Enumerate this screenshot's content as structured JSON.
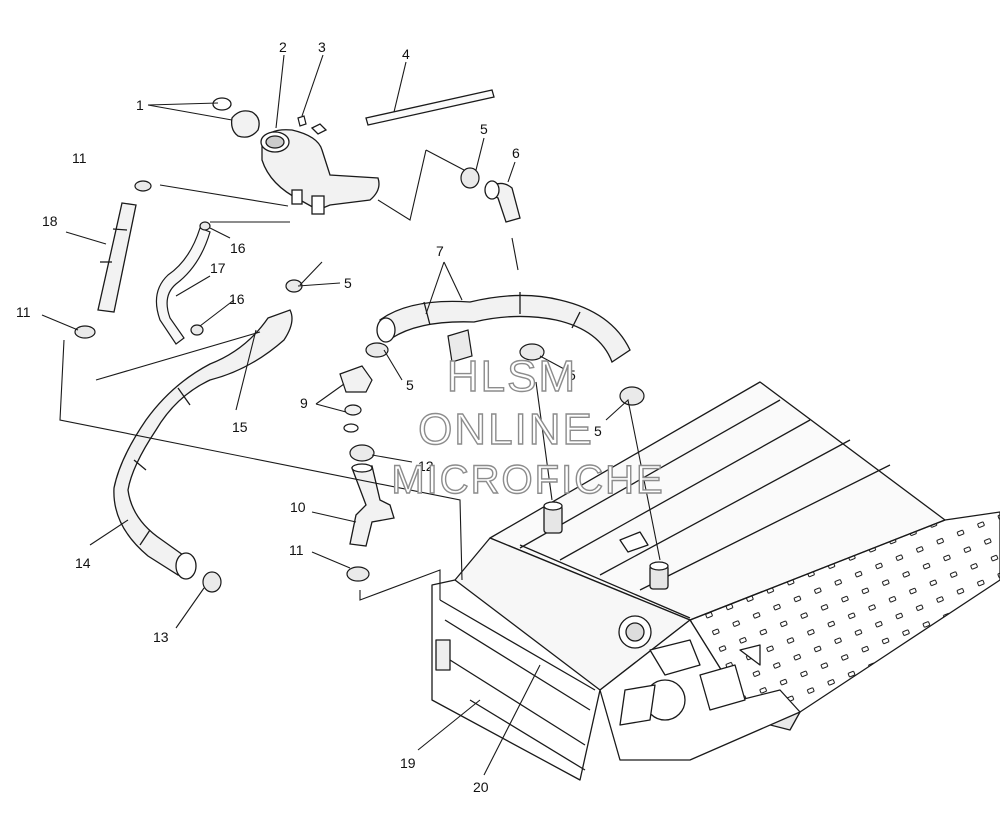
{
  "callouts": {
    "c1": "1",
    "c2": "2",
    "c3": "3",
    "c4": "4",
    "c5a": "5",
    "c5b": "5",
    "c5c": "5",
    "c5d": "5",
    "c5e": "5",
    "c6": "6",
    "c7": "7",
    "c9": "9",
    "c10": "10",
    "c11a": "11",
    "c11b": "11",
    "c11c": "11",
    "c12": "12",
    "c13": "13",
    "c14": "14",
    "c15": "15",
    "c16a": "16",
    "c16b": "16",
    "c17": "17",
    "c18": "18",
    "c19": "19",
    "c20": "20"
  },
  "watermark": {
    "line1": "HLSM",
    "line2": "ONLINE",
    "line3": "MICROFICHE"
  },
  "colors": {
    "ink": "#1a1a1a",
    "hose_fill": "#f2f2f2",
    "shade": "#cfcfcf",
    "watermark_stroke": "#8c8c8c"
  }
}
